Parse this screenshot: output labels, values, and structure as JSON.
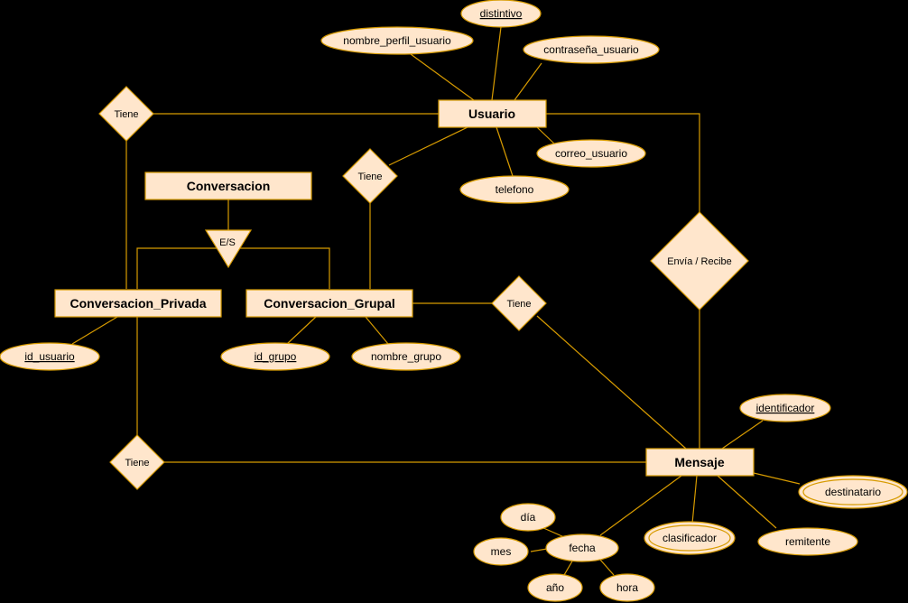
{
  "colors": {
    "background": "#000000",
    "shape_fill": "#ffe6cc",
    "stroke": "#d79b00",
    "text": "#000000"
  },
  "entities": {
    "usuario": "Usuario",
    "conversacion": "Conversacion",
    "conversacion_privada": "Conversacion_Privada",
    "conversacion_grupal": "Conversacion_Grupal",
    "mensaje": "Mensaje"
  },
  "relationships": {
    "tiene_usuario_privada": "Tiene",
    "tiene_usuario_grupal": "Tiene",
    "tiene_grupal_mensaje": "Tiene",
    "tiene_privada_mensaje": "Tiene",
    "envia_recibe": "Envía / Recibe"
  },
  "specialization": "E/S",
  "attributes": {
    "distintivo": "distintivo",
    "nombre_perfil_usuario": "nombre_perfil_usuario",
    "contrasena_usuario": "contraseña_usuario",
    "correo_usuario": "correo_usuario",
    "telefono": "telefono",
    "id_usuario": "id_usuario",
    "id_grupo": "id_grupo",
    "nombre_grupo": "nombre_grupo",
    "identificador": "identificador",
    "destinatario": "destinatario",
    "clasificador": "clasificador",
    "remitente": "remitente",
    "fecha": "fecha",
    "dia": "día",
    "mes": "mes",
    "anio": "año",
    "hora": "hora"
  }
}
